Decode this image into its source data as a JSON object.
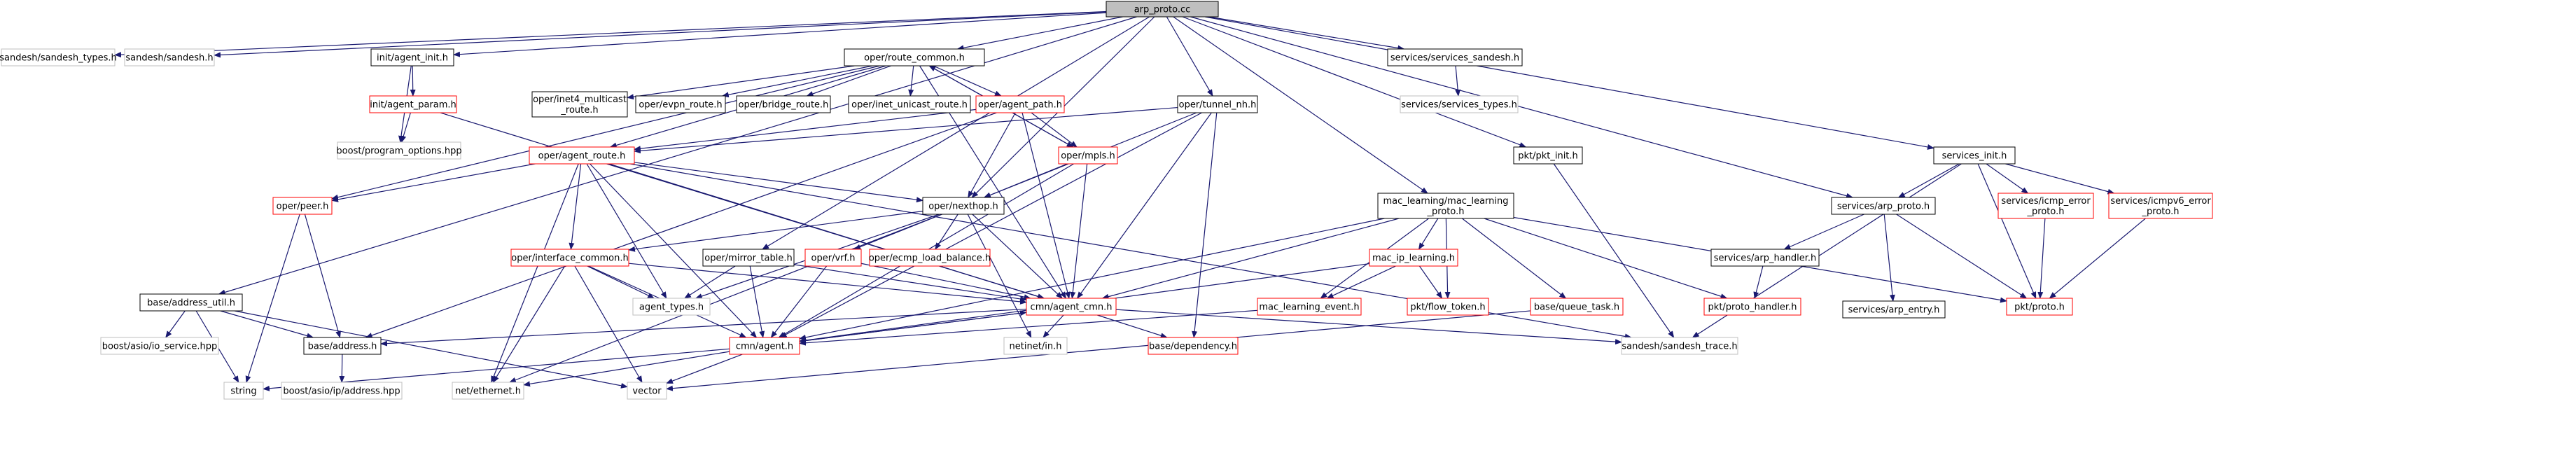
{
  "graph": {
    "root": "arp_proto.cc",
    "colors": {
      "background": "#ffffff",
      "root_fill": "#bfbfbf",
      "documented_border": "#000000",
      "undocumented_border": "#ff0000",
      "external_border": "#bfbfbf",
      "edge": "#191970",
      "text": "#000000"
    },
    "nodes": [
      {
        "id": "arp_proto_cc",
        "label": "arp_proto.cc",
        "kind": "root"
      },
      {
        "id": "sandesh_types",
        "label": "sandesh/sandesh_types.h",
        "kind": "external"
      },
      {
        "id": "sandesh_h",
        "label": "sandesh/sandesh.h",
        "kind": "external"
      },
      {
        "id": "agent_init",
        "label": "init/agent_init.h",
        "kind": "documented"
      },
      {
        "id": "route_common",
        "label": "oper/route_common.h",
        "kind": "documented"
      },
      {
        "id": "services_sandesh",
        "label": "services/services_sandesh.h",
        "kind": "documented"
      },
      {
        "id": "services_types",
        "label": "services/services_types.h",
        "kind": "external"
      },
      {
        "id": "agent_param",
        "label": "init/agent_param.h",
        "kind": "undocumented"
      },
      {
        "id": "prog_options",
        "label": "boost/program_options.hpp",
        "kind": "external"
      },
      {
        "id": "inet4_mc",
        "label": "oper/inet4_multicast\n_route.h",
        "kind": "documented"
      },
      {
        "id": "evpn_route",
        "label": "oper/evpn_route.h",
        "kind": "documented"
      },
      {
        "id": "bridge_route",
        "label": "oper/bridge_route.h",
        "kind": "documented"
      },
      {
        "id": "inet_unicast",
        "label": "oper/inet_unicast_route.h",
        "kind": "documented"
      },
      {
        "id": "agent_path",
        "label": "oper/agent_path.h",
        "kind": "undocumented"
      },
      {
        "id": "tunnel_nh",
        "label": "oper/tunnel_nh.h",
        "kind": "documented"
      },
      {
        "id": "agent_route",
        "label": "oper/agent_route.h",
        "kind": "undocumented"
      },
      {
        "id": "mpls_h",
        "label": "oper/mpls.h",
        "kind": "undocumented"
      },
      {
        "id": "pkt_init",
        "label": "pkt/pkt_init.h",
        "kind": "documented"
      },
      {
        "id": "services_init",
        "label": "services_init.h",
        "kind": "documented"
      },
      {
        "id": "peer_h",
        "label": "oper/peer.h",
        "kind": "undocumented"
      },
      {
        "id": "nexthop_h",
        "label": "oper/nexthop.h",
        "kind": "documented"
      },
      {
        "id": "mac_learning_proto",
        "label": "mac_learning/mac_learning\n_proto.h",
        "kind": "documented"
      },
      {
        "id": "services_arp_proto",
        "label": "services/arp_proto.h",
        "kind": "documented"
      },
      {
        "id": "icmp_error",
        "label": "services/icmp_error\n_proto.h",
        "kind": "undocumented"
      },
      {
        "id": "icmpv6_error",
        "label": "services/icmpv6_error\n_proto.h",
        "kind": "undocumented"
      },
      {
        "id": "interface_common",
        "label": "oper/interface_common.h",
        "kind": "undocumented"
      },
      {
        "id": "mirror_table",
        "label": "oper/mirror_table.h",
        "kind": "documented"
      },
      {
        "id": "vrf_h",
        "label": "oper/vrf.h",
        "kind": "undocumented"
      },
      {
        "id": "ecmp_lb",
        "label": "oper/ecmp_load_balance.h",
        "kind": "undocumented"
      },
      {
        "id": "mac_ip_learning",
        "label": "mac_ip_learning.h",
        "kind": "undocumented"
      },
      {
        "id": "arp_handler",
        "label": "services/arp_handler.h",
        "kind": "documented"
      },
      {
        "id": "arp_entry",
        "label": "services/arp_entry.h",
        "kind": "documented"
      },
      {
        "id": "pkt_proto",
        "label": "pkt/proto.h",
        "kind": "undocumented"
      },
      {
        "id": "address_util",
        "label": "base/address_util.h",
        "kind": "documented"
      },
      {
        "id": "agent_types",
        "label": "agent_types.h",
        "kind": "external"
      },
      {
        "id": "agent_cmn",
        "label": "cmn/agent_cmn.h",
        "kind": "undocumented"
      },
      {
        "id": "mac_learning_event",
        "label": "mac_learning_event.h",
        "kind": "undocumented"
      },
      {
        "id": "flow_token",
        "label": "pkt/flow_token.h",
        "kind": "undocumented"
      },
      {
        "id": "queue_task",
        "label": "base/queue_task.h",
        "kind": "undocumented"
      },
      {
        "id": "proto_handler",
        "label": "pkt/proto_handler.h",
        "kind": "undocumented"
      },
      {
        "id": "boost_io_service",
        "label": "boost/asio/io_service.hpp",
        "kind": "external"
      },
      {
        "id": "base_address",
        "label": "base/address.h",
        "kind": "documented"
      },
      {
        "id": "cmn_agent",
        "label": "cmn/agent.h",
        "kind": "undocumented"
      },
      {
        "id": "netinet_in",
        "label": "netinet/in.h",
        "kind": "external"
      },
      {
        "id": "base_dependency",
        "label": "base/dependency.h",
        "kind": "undocumented"
      },
      {
        "id": "sandesh_trace",
        "label": "sandesh/sandesh_trace.h",
        "kind": "external"
      },
      {
        "id": "boost_ip_address",
        "label": "boost/asio/ip/address.hpp",
        "kind": "external"
      },
      {
        "id": "string_h",
        "label": "string",
        "kind": "external"
      },
      {
        "id": "vector_h",
        "label": "vector",
        "kind": "external"
      },
      {
        "id": "net_ethernet",
        "label": "net/ethernet.h",
        "kind": "external"
      }
    ],
    "edges": [
      [
        "arp_proto_cc",
        "sandesh_types"
      ],
      [
        "arp_proto_cc",
        "sandesh_h"
      ],
      [
        "arp_proto_cc",
        "agent_init"
      ],
      [
        "arp_proto_cc",
        "route_common"
      ],
      [
        "arp_proto_cc",
        "services_sandesh"
      ],
      [
        "arp_proto_cc",
        "tunnel_nh"
      ],
      [
        "arp_proto_cc",
        "pkt_init"
      ],
      [
        "arp_proto_cc",
        "services_init"
      ],
      [
        "arp_proto_cc",
        "nexthop_h"
      ],
      [
        "arp_proto_cc",
        "mac_learning_proto"
      ],
      [
        "arp_proto_cc",
        "services_arp_proto"
      ],
      [
        "arp_proto_cc",
        "mirror_table"
      ],
      [
        "arp_proto_cc",
        "address_util"
      ],
      [
        "agent_init",
        "agent_param"
      ],
      [
        "agent_init",
        "prog_options"
      ],
      [
        "agent_param",
        "prog_options"
      ],
      [
        "agent_param",
        "agent_cmn"
      ],
      [
        "services_sandesh",
        "services_types"
      ],
      [
        "route_common",
        "inet4_mc"
      ],
      [
        "route_common",
        "evpn_route"
      ],
      [
        "route_common",
        "bridge_route"
      ],
      [
        "route_common",
        "inet_unicast"
      ],
      [
        "route_common",
        "agent_path"
      ],
      [
        "route_common",
        "agent_route"
      ],
      [
        "route_common",
        "mpls_h"
      ],
      [
        "route_common",
        "peer_h"
      ],
      [
        "route_common",
        "agent_cmn"
      ],
      [
        "agent_path",
        "agent_route"
      ],
      [
        "agent_path",
        "mpls_h"
      ],
      [
        "agent_path",
        "nexthop_h"
      ],
      [
        "agent_path",
        "agent_cmn"
      ],
      [
        "agent_path",
        "base_address"
      ],
      [
        "tunnel_nh",
        "agent_route"
      ],
      [
        "tunnel_nh",
        "nexthop_h"
      ],
      [
        "tunnel_nh",
        "agent_cmn"
      ],
      [
        "tunnel_nh",
        "cmn_agent"
      ],
      [
        "tunnel_nh",
        "base_dependency"
      ],
      [
        "mpls_h",
        "route_common"
      ],
      [
        "mpls_h",
        "nexthop_h"
      ],
      [
        "mpls_h",
        "agent_cmn"
      ],
      [
        "mpls_h",
        "cmn_agent"
      ],
      [
        "agent_route",
        "peer_h"
      ],
      [
        "agent_route",
        "nexthop_h"
      ],
      [
        "agent_route",
        "interface_common"
      ],
      [
        "agent_route",
        "agent_types"
      ],
      [
        "agent_route",
        "agent_cmn"
      ],
      [
        "agent_route",
        "cmn_agent"
      ],
      [
        "agent_route",
        "sandesh_trace"
      ],
      [
        "agent_route",
        "net_ethernet"
      ],
      [
        "pkt_init",
        "sandesh_trace"
      ],
      [
        "peer_h",
        "base_address"
      ],
      [
        "peer_h",
        "string_h"
      ],
      [
        "nexthop_h",
        "interface_common"
      ],
      [
        "nexthop_h",
        "vrf_h"
      ],
      [
        "nexthop_h",
        "ecmp_lb"
      ],
      [
        "nexthop_h",
        "agent_types"
      ],
      [
        "nexthop_h",
        "agent_cmn"
      ],
      [
        "nexthop_h",
        "netinet_in"
      ],
      [
        "nexthop_h",
        "net_ethernet"
      ],
      [
        "interface_common",
        "agent_cmn"
      ],
      [
        "interface_common",
        "cmn_agent"
      ],
      [
        "interface_common",
        "agent_types"
      ],
      [
        "interface_common",
        "vector_h"
      ],
      [
        "interface_common",
        "net_ethernet"
      ],
      [
        "mirror_table",
        "agent_types"
      ],
      [
        "mirror_table",
        "agent_cmn"
      ],
      [
        "mirror_table",
        "cmn_agent"
      ],
      [
        "vrf_h",
        "agent_cmn"
      ],
      [
        "vrf_h",
        "cmn_agent"
      ],
      [
        "mac_learning_proto",
        "mac_ip_learning"
      ],
      [
        "mac_learning_proto",
        "agent_cmn"
      ],
      [
        "mac_learning_proto",
        "mac_learning_event"
      ],
      [
        "mac_learning_proto",
        "flow_token"
      ],
      [
        "mac_learning_proto",
        "queue_task"
      ],
      [
        "mac_learning_proto",
        "proto_handler"
      ],
      [
        "mac_learning_proto",
        "pkt_proto"
      ],
      [
        "mac_learning_proto",
        "cmn_agent"
      ],
      [
        "mac_ip_learning",
        "mac_learning_event"
      ],
      [
        "mac_ip_learning",
        "flow_token"
      ],
      [
        "mac_ip_learning",
        "cmn_agent"
      ],
      [
        "mac_learning_event",
        "cmn_agent"
      ],
      [
        "queue_task",
        "vector_h"
      ],
      [
        "services_init",
        "services_arp_proto"
      ],
      [
        "services_init",
        "icmp_error"
      ],
      [
        "services_init",
        "icmpv6_error"
      ],
      [
        "services_init",
        "pkt_proto"
      ],
      [
        "services_init",
        "sandesh_trace"
      ],
      [
        "services_arp_proto",
        "arp_handler"
      ],
      [
        "services_arp_proto",
        "arp_entry"
      ],
      [
        "services_arp_proto",
        "pkt_proto"
      ],
      [
        "icmp_error",
        "pkt_proto"
      ],
      [
        "icmpv6_error",
        "pkt_proto"
      ],
      [
        "arp_handler",
        "proto_handler"
      ],
      [
        "address_util",
        "boost_io_service"
      ],
      [
        "address_util",
        "base_address"
      ],
      [
        "address_util",
        "string_h"
      ],
      [
        "address_util",
        "vector_h"
      ],
      [
        "base_address",
        "boost_ip_address"
      ],
      [
        "agent_cmn",
        "cmn_agent"
      ],
      [
        "agent_cmn",
        "base_address"
      ],
      [
        "agent_cmn",
        "netinet_in"
      ],
      [
        "agent_cmn",
        "base_dependency"
      ],
      [
        "agent_cmn",
        "sandesh_trace"
      ],
      [
        "cmn_agent",
        "agent_cmn"
      ],
      [
        "cmn_agent",
        "string_h"
      ],
      [
        "cmn_agent",
        "vector_h"
      ],
      [
        "cmn_agent",
        "net_ethernet"
      ]
    ]
  }
}
